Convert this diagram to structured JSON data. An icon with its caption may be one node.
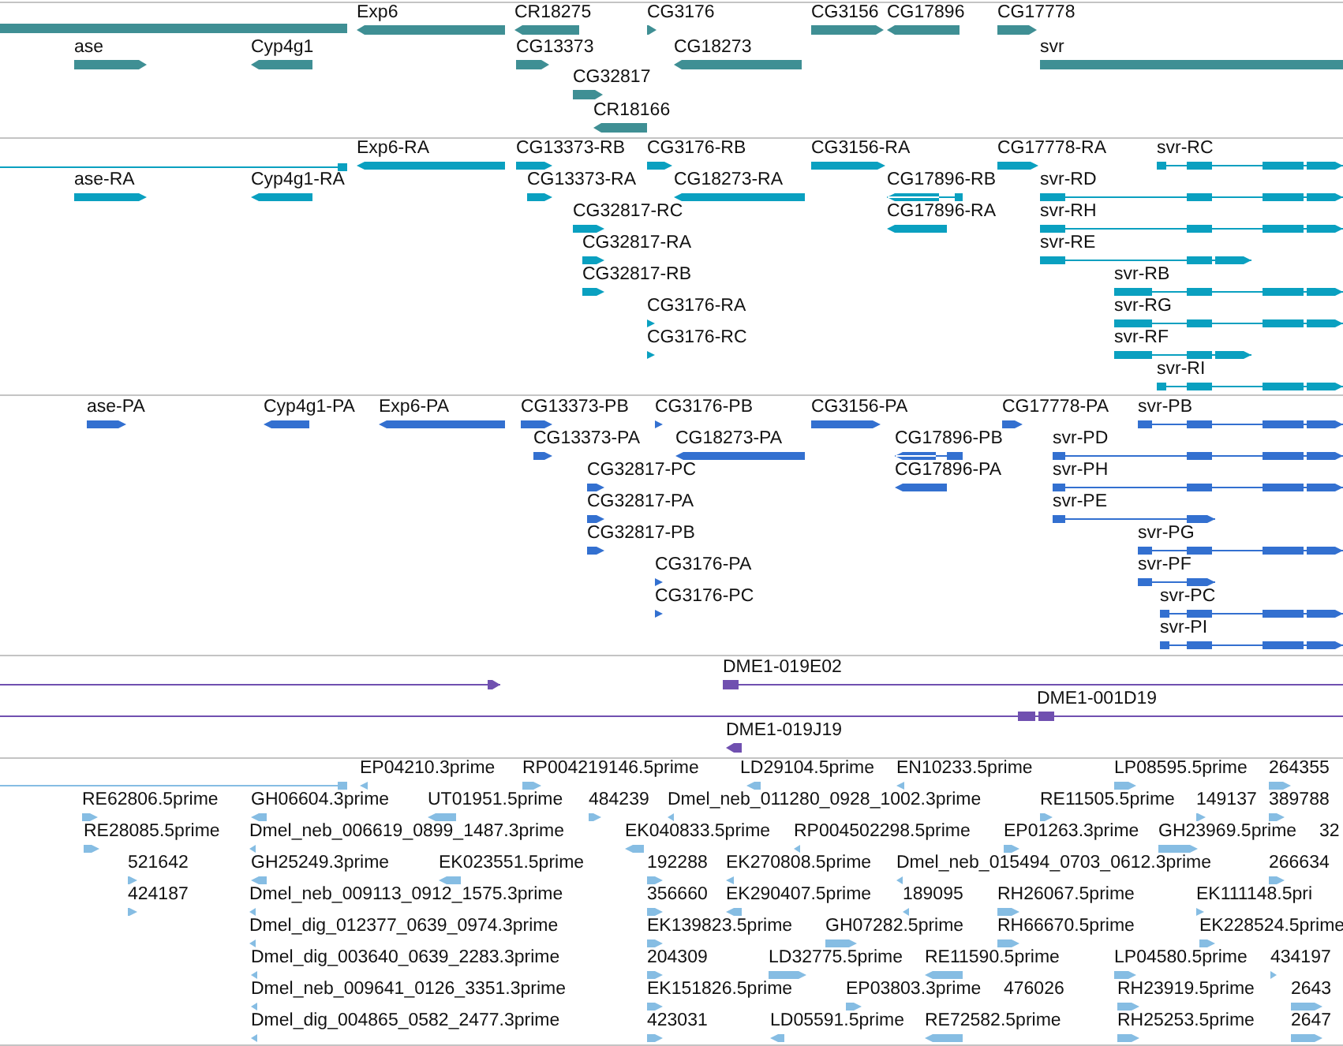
{
  "diagram": {
    "labels": [
      "Exp6",
      "CR18275",
      "CG3176",
      "CG3156",
      "CG17896",
      "CG17778",
      "ase",
      "Cyp4g1",
      "CG13373",
      "CG18273",
      "svr",
      "CG32817",
      "CR18166",
      "Exp6-RA",
      "CG13373-RB",
      "CG3176-RB",
      "CG3156-RA",
      "CG17778-RA",
      "svr-RC",
      "ase-RA",
      "Cyp4g1-RA",
      "CG13373-RA",
      "CG18273-RA",
      "CG17896-RB",
      "svr-RD",
      "CG32817-RC",
      "CG17896-RA",
      "svr-RH",
      "CG32817-RA",
      "svr-RE",
      "CG32817-RB",
      "svr-RB",
      "CG3176-RA",
      "svr-RG",
      "CG3176-RC",
      "svr-RF",
      "svr-RI",
      "ase-PA",
      "Cyp4g1-PA",
      "Exp6-PA",
      "CG13373-PB",
      "CG3176-PB",
      "CG3156-PA",
      "CG17778-PA",
      "svr-PB",
      "CG13373-PA",
      "CG18273-PA",
      "CG17896-PB",
      "svr-PD",
      "CG32817-PC",
      "CG17896-PA",
      "svr-PH",
      "CG32817-PA",
      "svr-PE",
      "CG32817-PB",
      "svr-PG",
      "CG3176-PA",
      "svr-PF",
      "CG3176-PC",
      "svr-PC",
      "svr-PI",
      "DME1-019E02",
      "DME1-001D19",
      "DME1-019J19",
      "EP04210.3prime",
      "RP004219146.5prime",
      "LD29104.5prime",
      "EN10233.5prime",
      "LP08595.5prime",
      "264355",
      "RE62806.5prime",
      "GH06604.3prime",
      "UT01951.5prime",
      "484239",
      "Dmel_neb_011280_0928_1002.3prime",
      "RE11505.5prime",
      "149137",
      "389788",
      "RE28085.5prime",
      "Dmel_neb_006619_0899_1487.3prime",
      "EK040833.5prime",
      "RP004502298.5prime",
      "EP01263.3prime",
      "GH23969.5prime",
      "32",
      "521642",
      "GH25249.3prime",
      "EK023551.5prime",
      "192288",
      "EK270808.5prime",
      "Dmel_neb_015494_0703_0612.3prime",
      "266634",
      "424187",
      "Dmel_neb_009113_0912_1575.3prime",
      "356660",
      "EK290407.5prime",
      "189095",
      "RH26067.5prime",
      "EK111148.5pri",
      "Dmel_dig_012377_0639_0974.3prime",
      "EK139823.5prime",
      "GH07282.5prime",
      "RH66670.5prime",
      "EK228524.5prime",
      "Dmel_dig_003640_0639_2283.3prime",
      "204309",
      "LD32775.5prime",
      "RE11590.5prime",
      "LP04580.5prime",
      "434197",
      "Dmel_neb_009641_0126_3351.3prime",
      "EK151826.5prime",
      "EP03803.3prime",
      "476026",
      "RH23919.5prime",
      "2643",
      "Dmel_dig_004865_0582_2477.3prime",
      "423031",
      "LD05591.5prime",
      "RE72582.5prime",
      "RH25253.5prime",
      "2647"
    ]
  }
}
